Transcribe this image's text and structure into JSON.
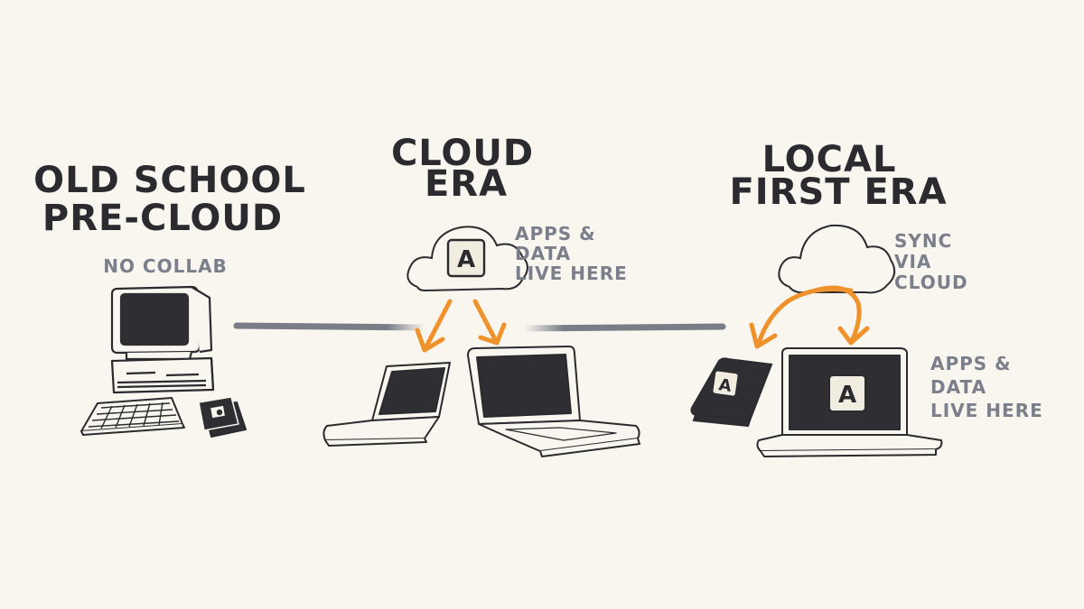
{
  "sections": [
    {
      "title_lines": [
        "OLD SCHOOL",
        "PRE-CLOUD"
      ],
      "note_lines": [
        "NO COLLAB"
      ]
    },
    {
      "title_lines": [
        "CLOUD",
        "ERA"
      ],
      "note_lines": [
        "APPS &",
        "DATA",
        "LIVE HERE"
      ]
    },
    {
      "title_lines": [
        "LOCAL",
        "FIRST ERA"
      ],
      "cloud_note_lines": [
        "SYNC",
        "VIA",
        "CLOUD"
      ],
      "note_lines": [
        "APPS &",
        "DATA",
        "LIVE HERE"
      ]
    }
  ],
  "app_icon_letter": "A",
  "colors": {
    "background": "#f9f6ef",
    "ink": "#2b2b2f",
    "note": "#7b7f8c",
    "arrow": "#f0922b",
    "screen": "#2e2e33",
    "timeline": "#7a7d88"
  },
  "icons": [
    "desktop-computer-icon",
    "keyboard-icon",
    "floppy-disk-icon",
    "cloud-icon",
    "laptop-icon",
    "tablet-icon",
    "app-icon"
  ]
}
